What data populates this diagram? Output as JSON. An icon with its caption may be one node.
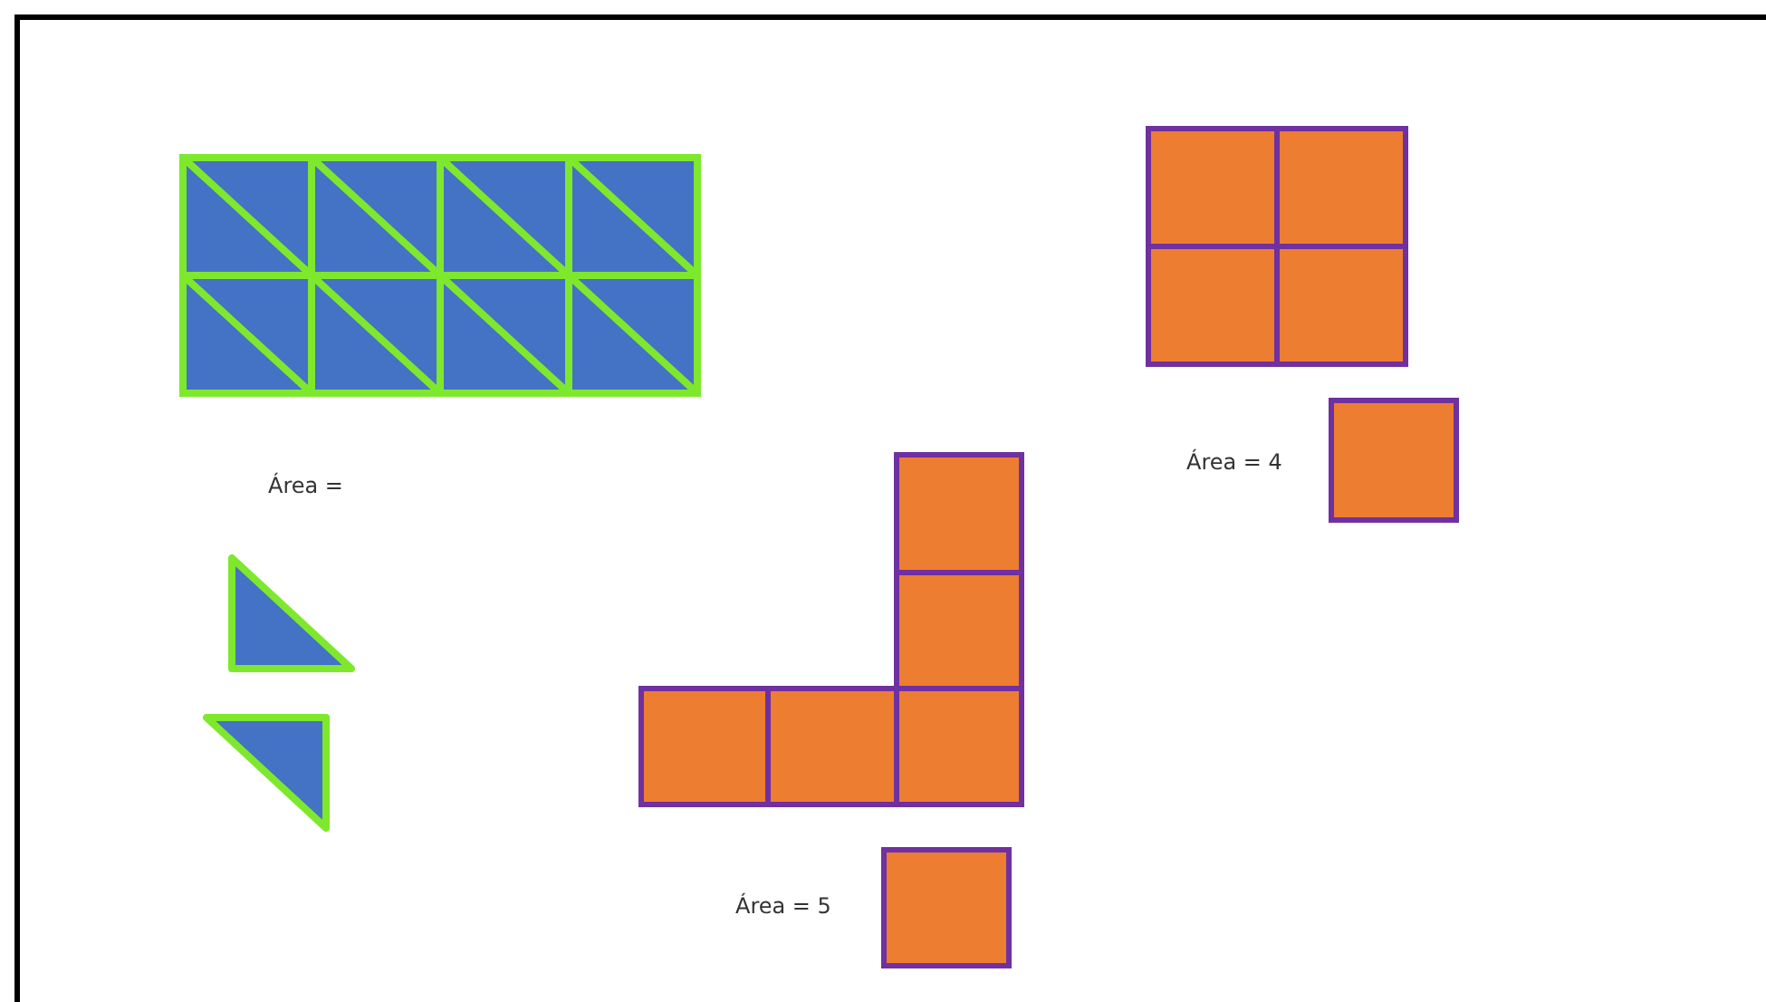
{
  "diagram": {
    "labels": [
      "Área = 4",
      "Área =",
      "Área = 5"
    ]
  }
}
